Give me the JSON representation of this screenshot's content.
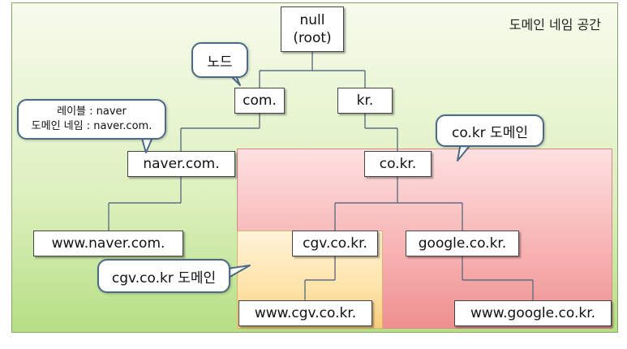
{
  "space": {
    "title": "도메인 네임 공간"
  },
  "nodes": {
    "root": "null\n(root)",
    "com": "com.",
    "kr": "kr.",
    "naver": "naver.com.",
    "cokr": "co.kr.",
    "www_naver": "www.naver.com.",
    "cgv": "cgv.co.kr.",
    "google": "google.co.kr.",
    "www_cgv": "www.cgv.co.kr.",
    "www_google": "www.google.co.kr."
  },
  "callouts": {
    "node": "노드",
    "label_line1": "레이블 : naver",
    "label_line2": "도메인 네임 : naver.com.",
    "cokr_domain": "co.kr 도메인",
    "cgv_domain": "cgv.co.kr 도메인"
  },
  "colors": {
    "space_fill": "#c7e8a0",
    "cokr_region": "#f5aaaa",
    "cgv_region": "#fbd99a",
    "callout_border": "#4a6a88",
    "edge": "#5f6f82"
  }
}
